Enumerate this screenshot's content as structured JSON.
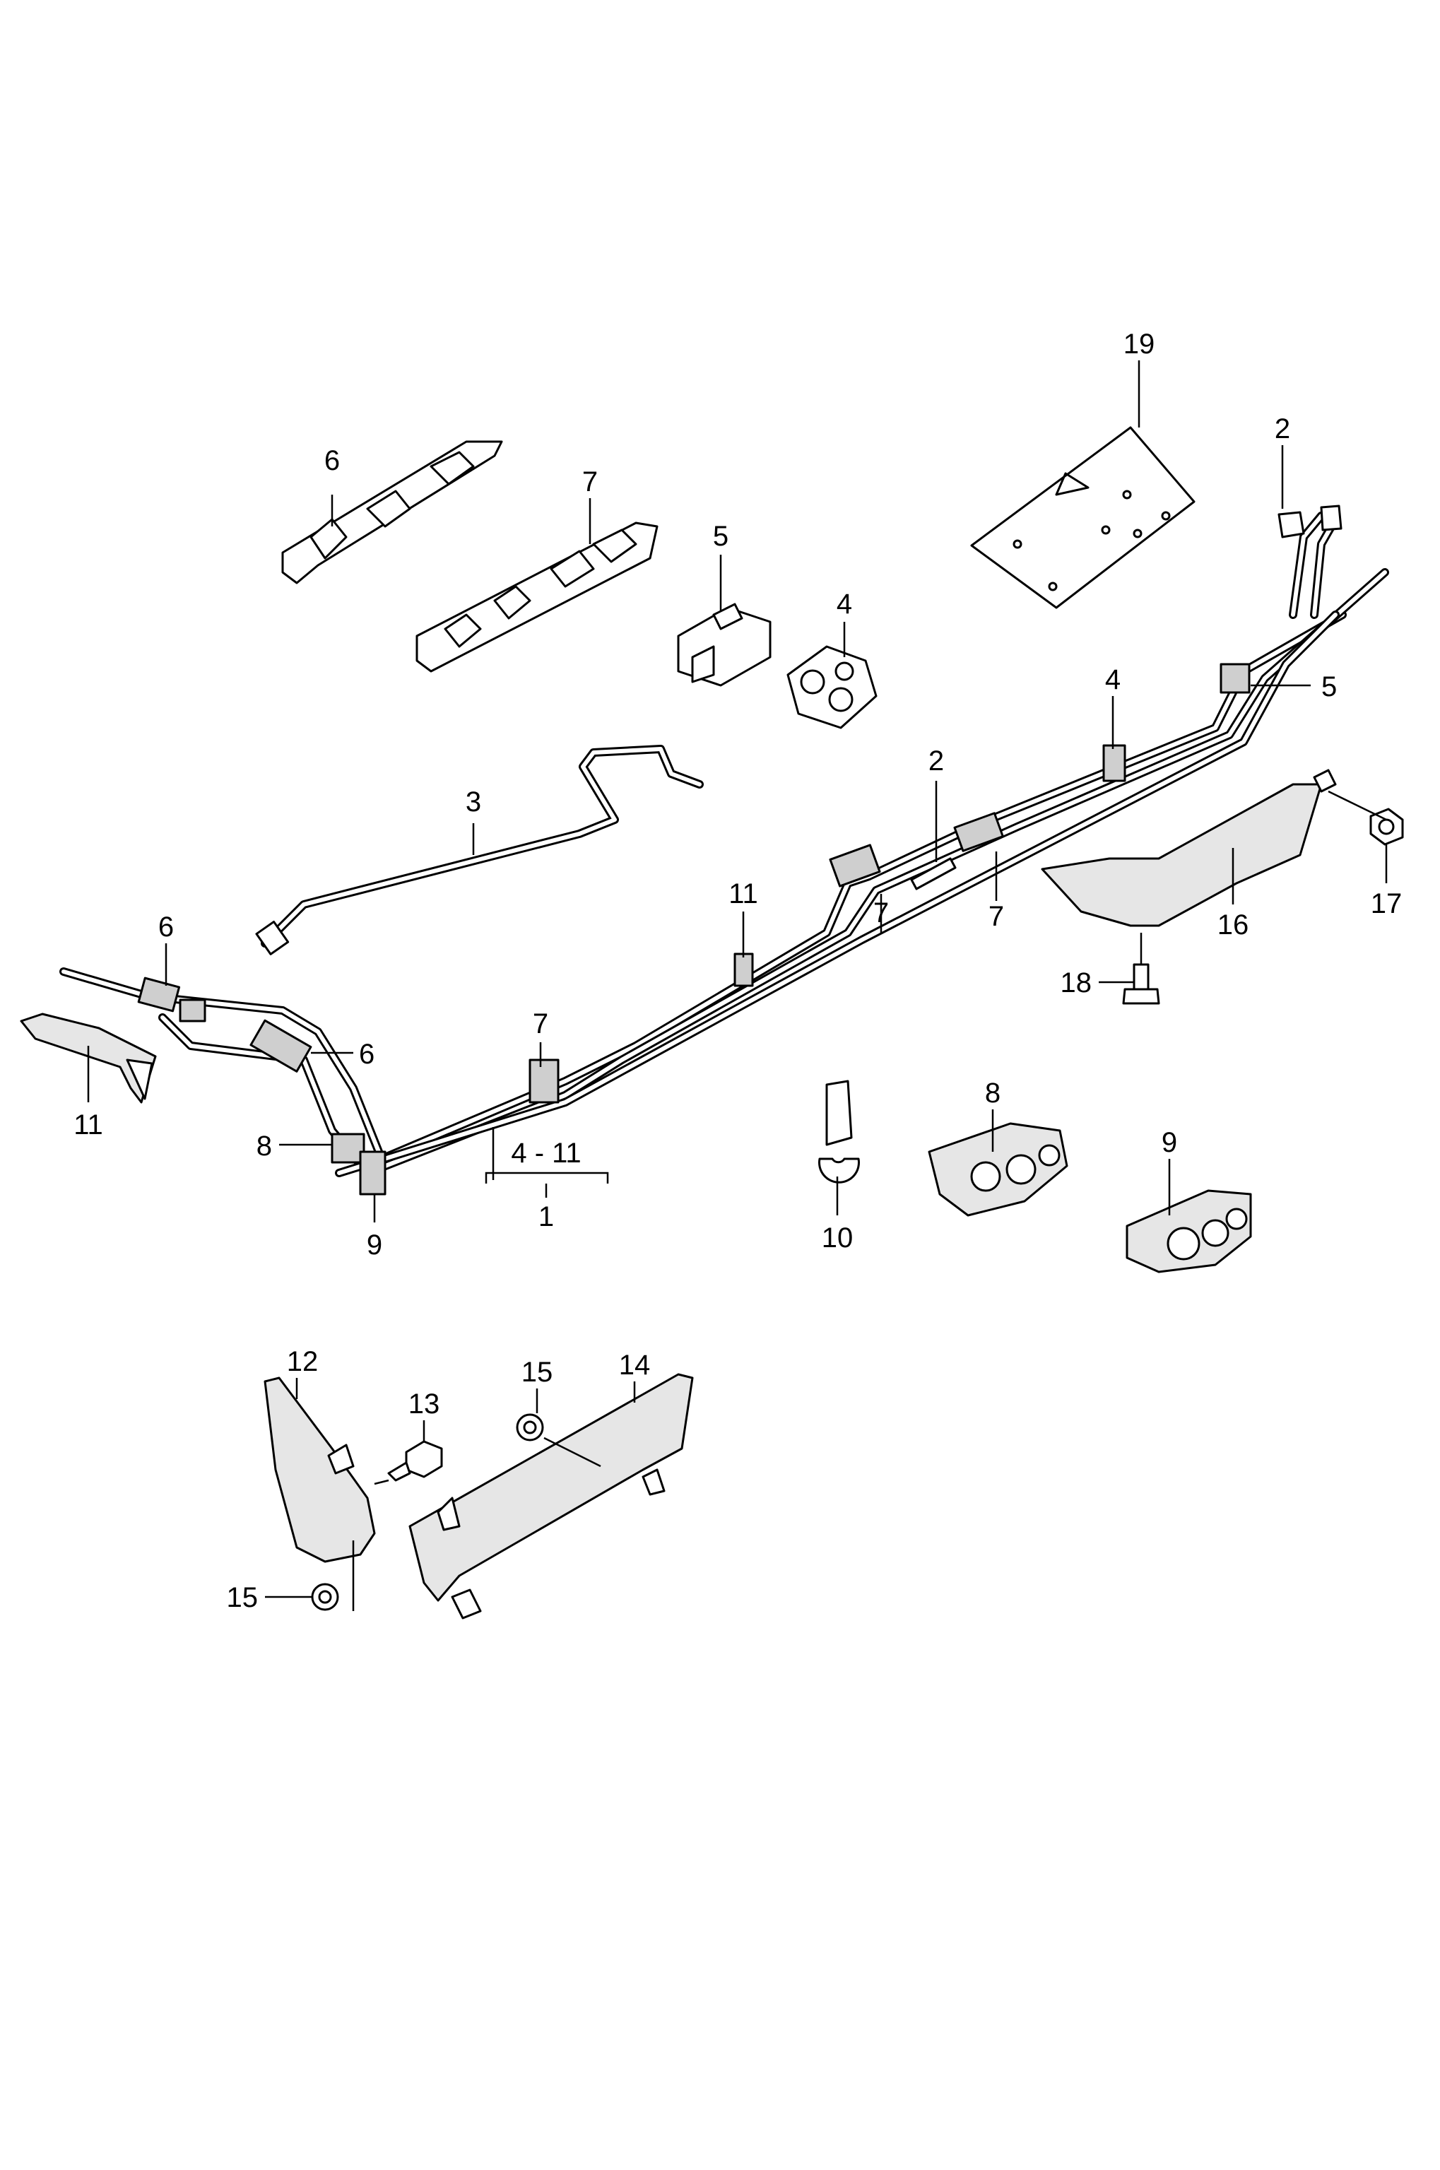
{
  "callouts": {
    "c19": "19",
    "c2a": "2",
    "c6a": "6",
    "c7a": "7",
    "c5a": "5",
    "c4a": "4",
    "c3": "3",
    "c4b": "4",
    "c5b": "5",
    "c2b": "2",
    "c11a": "11",
    "c7b": "7",
    "c7c": "7",
    "c7d": "7",
    "c16": "16",
    "c17": "17",
    "c18": "18",
    "c6b": "6",
    "c6c": "6",
    "c11b": "11",
    "c8a": "8",
    "c9a": "9",
    "c4_11": "4 - 11",
    "c1": "1",
    "c10": "10",
    "c8b": "8",
    "c9b": "9",
    "c12": "12",
    "c13": "13",
    "c15a": "15",
    "c14": "14",
    "c15b": "15"
  }
}
